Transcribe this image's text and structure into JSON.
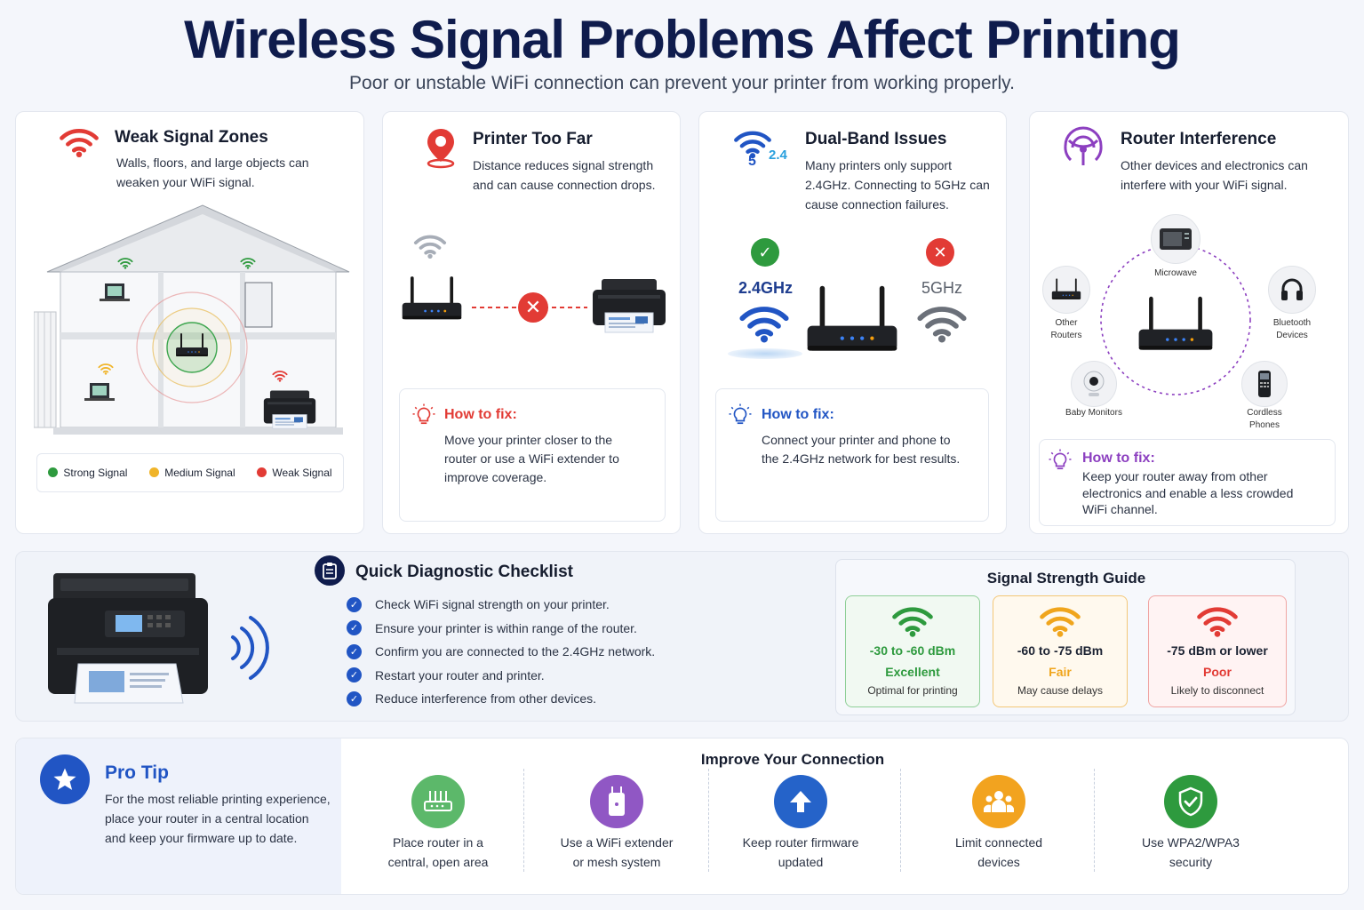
{
  "header": {
    "title": "Wireless Signal Problems Affect Printing",
    "subtitle": "Poor or unstable WiFi connection can prevent your printer from working properly."
  },
  "weak_zones": {
    "title": "Weak Signal Zones",
    "desc": "Walls, floors, and large objects can weaken your WiFi signal.",
    "legend": [
      "Strong Signal",
      "Medium Signal",
      "Weak Signal"
    ]
  },
  "too_far": {
    "title": "Printer Too Far",
    "desc": "Distance reduces signal strength and can cause connection drops.",
    "fix_title": "How to fix:",
    "fix_text": "Move your printer closer to the router or use a WiFi extender to improve coverage."
  },
  "dual_band": {
    "title": "Dual-Band Issues",
    "desc": "Many printers only support 2.4GHz. Connecting to 5GHz can cause connection failures.",
    "icon_5": "5",
    "icon_24": "2.4",
    "band_good": "2.4GHz",
    "band_bad": "5GHz",
    "fix_title": "How to fix:",
    "fix_text": "Connect your printer and phone to the 2.4GHz network for best results."
  },
  "interference": {
    "title": "Router Interference",
    "desc": "Other devices and electronics can interfere with your WiFi signal.",
    "devices": {
      "microwave": "Microwave",
      "other_routers": "Other Routers",
      "bluetooth": "Bluetooth Devices",
      "baby_monitors": "Baby Monitors",
      "cordless": "Cordless Phones"
    },
    "fix_title": "How to fix:",
    "fix_text": "Keep your router away from other electronics and enable a less crowded WiFi channel."
  },
  "checklist": {
    "title": "Quick Diagnostic Checklist",
    "items": [
      "Check WiFi signal strength on your printer.",
      "Ensure your printer is within range of the router.",
      "Confirm you are connected to the 2.4GHz network.",
      "Restart your router and printer.",
      "Reduce interference from other devices."
    ]
  },
  "signal_guide": {
    "title": "Signal Strength Guide",
    "levels": [
      {
        "range": "-30 to -60 dBm",
        "rating": "Excellent",
        "note": "Optimal for printing",
        "color": "#2e9a3e"
      },
      {
        "range": "-60 to -75 dBm",
        "rating": "Fair",
        "note": "May cause delays",
        "color": "#f0a51c"
      },
      {
        "range": "-75 dBm or lower",
        "rating": "Poor",
        "note": "Likely to disconnect",
        "color": "#e23b35"
      }
    ]
  },
  "pro_tip": {
    "title": "Pro Tip",
    "text": "For the most reliable printing experience, place your router in a central location and keep your firmware up to date."
  },
  "improve": {
    "title": "Improve Your Connection",
    "items": [
      {
        "label": "Place router in a central, open area",
        "color": "#5cb86a",
        "icon": "router-icon"
      },
      {
        "label": "Use a WiFi extender or mesh system",
        "color": "#9057c4",
        "icon": "extender-icon"
      },
      {
        "label": "Keep router firmware updated",
        "color": "#2563c9",
        "icon": "upload-arrow-icon"
      },
      {
        "label": "Limit connected devices",
        "color": "#f2a31f",
        "icon": "users-icon"
      },
      {
        "label": "Use WPA2/WPA3 security",
        "color": "#2e9a3e",
        "icon": "shield-check-icon"
      }
    ]
  },
  "colors": {
    "strong": "#2e9a3e",
    "medium": "#f0b429",
    "weak": "#e23b35",
    "brand": "#0f1c4d",
    "accent_blue": "#2155c4",
    "accent_purple": "#8c3fc0"
  }
}
